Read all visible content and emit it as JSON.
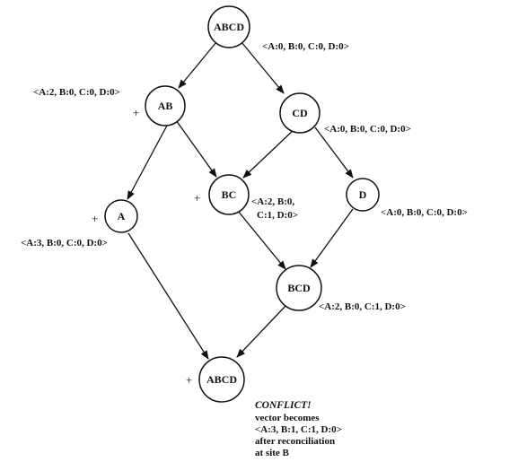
{
  "nodes": {
    "top_abcd": "ABCD",
    "ab": "AB",
    "cd": "CD",
    "bc": "BC",
    "d": "D",
    "a": "A",
    "bcd": "BCD",
    "bottom_abcd": "ABCD"
  },
  "vectors": {
    "top_abcd": "<A:0, B:0, C:0, D:0>",
    "ab": "<A:2, B:0, C:0, D:0>",
    "cd": "<A:0, B:0, C:0, D:0>",
    "bc_line1": "<A:2, B:0,",
    "bc_line2": "C:1, D:0>",
    "d": "<A:0, B:0, C:0, D:0>",
    "a": "<A:3, B:0, C:0, D:0>",
    "bcd": "<A:2, B:0, C:1, D:0>"
  },
  "marks": {
    "plus": "+"
  },
  "conflict_note": {
    "title": "CONFLICT!",
    "line1": "vector becomes",
    "line2": "<A:3, B:1, C:1, D:0>",
    "line3": "after reconciliation",
    "line4": "at site B"
  },
  "colors": {
    "ink": "#111111",
    "background": "#ffffff"
  }
}
